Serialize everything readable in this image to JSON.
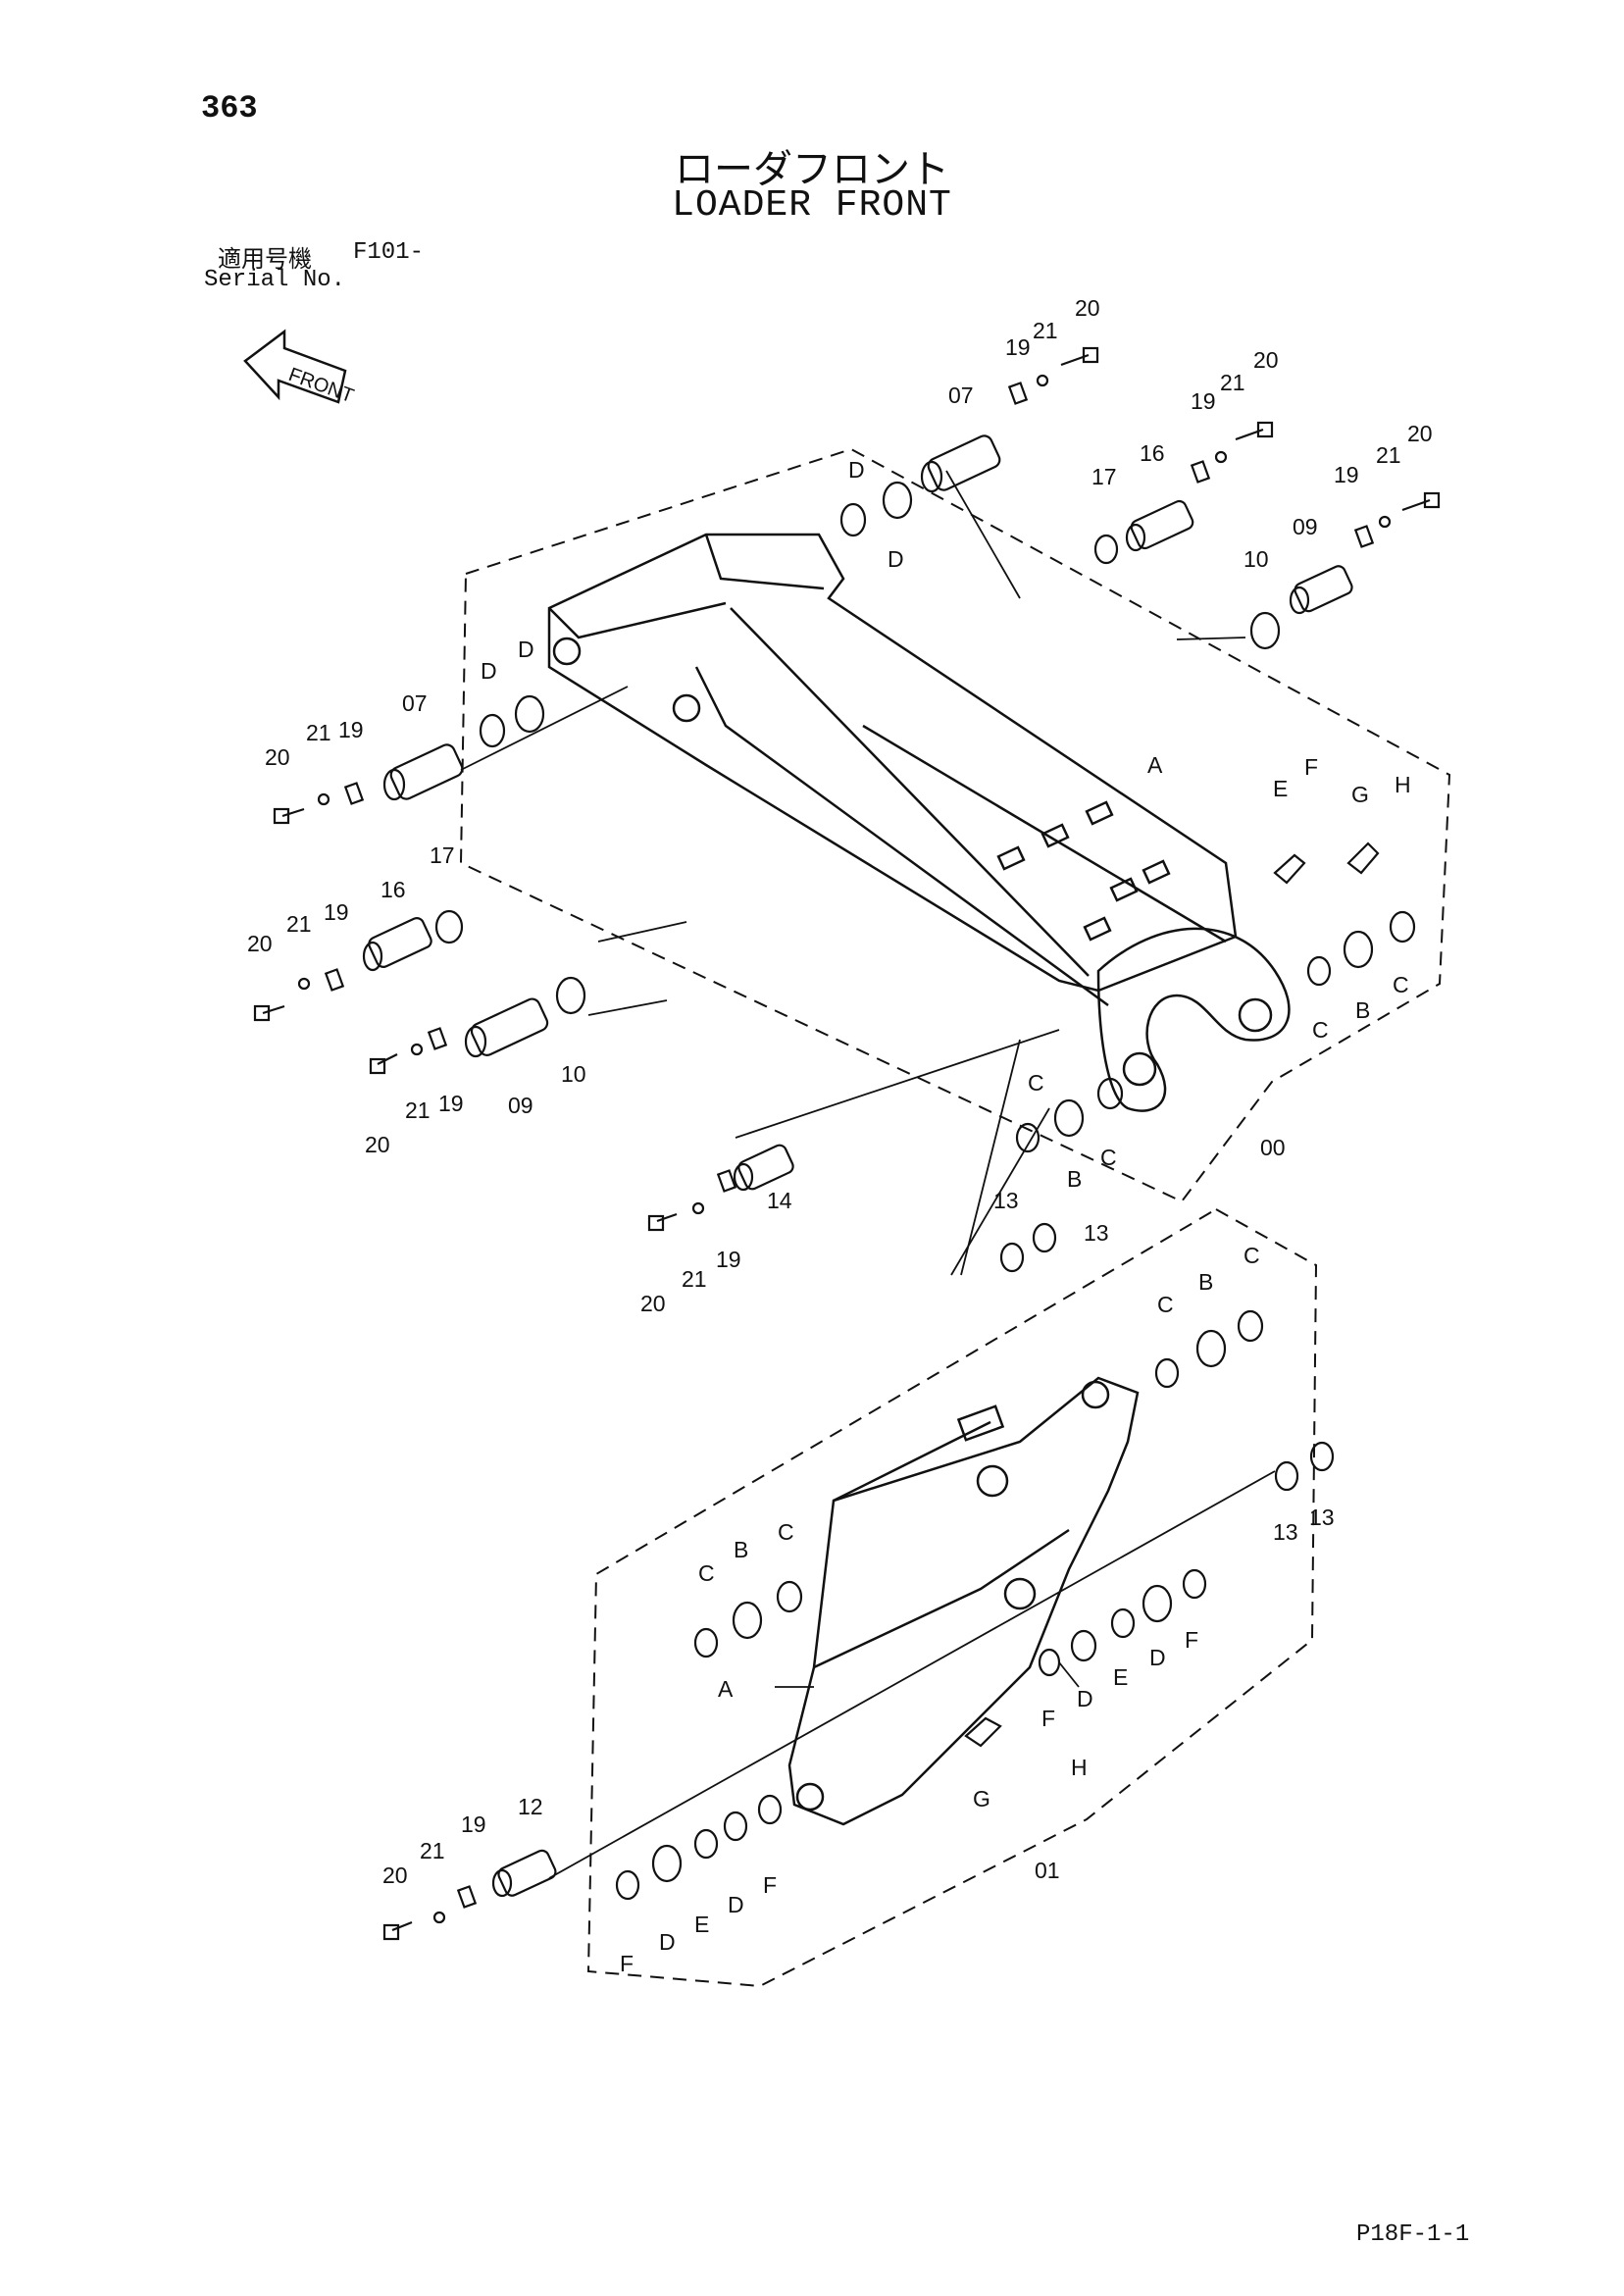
{
  "page": {
    "number": "363",
    "title_jp": "ローダフロント",
    "title_en": "LOADER FRONT",
    "serial_label_jp": "適用号機",
    "serial_code": "F101-",
    "serial_label_en": "Serial No.",
    "front_indicator": "FRONT",
    "diagram_code": "P18F-1-1"
  },
  "callouts": {
    "c00": "00",
    "c01": "01",
    "c07": "07",
    "c09": "09",
    "c10": "10",
    "c12": "12",
    "c13": "13",
    "c14": "14",
    "c16": "16",
    "c17": "17",
    "c19": "19",
    "c20": "20",
    "c21": "21",
    "A": "A",
    "B": "B",
    "C": "C",
    "D": "D",
    "E": "E",
    "F": "F",
    "G": "G",
    "H": "H"
  },
  "icons": {
    "front_arrow": "front-arrow-icon"
  }
}
